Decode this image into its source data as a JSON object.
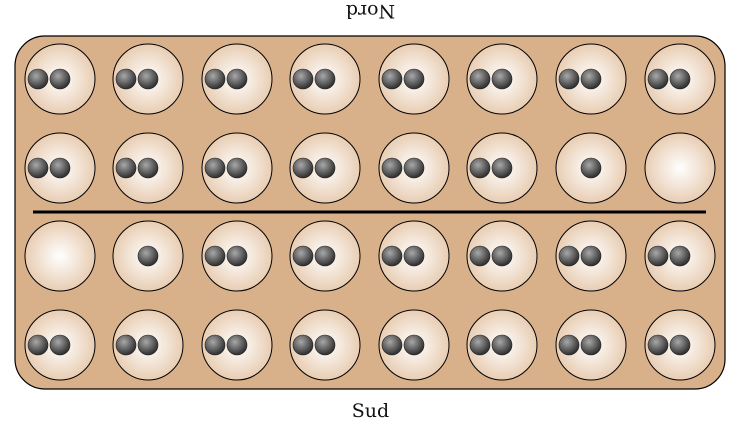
{
  "labels": {
    "north": "Nord",
    "south": "Sud"
  },
  "colors": {
    "board": "#D8B18B",
    "pit_center": "#FFFFFF",
    "pit_edge": "#E8CDB3",
    "seed_light": "#9A9A9A",
    "seed_dark": "#3A3A3A"
  },
  "board": {
    "rows": [
      [
        2,
        2,
        2,
        2,
        2,
        2,
        2,
        2
      ],
      [
        2,
        2,
        2,
        2,
        2,
        2,
        1,
        0
      ],
      [
        0,
        1,
        2,
        2,
        2,
        2,
        2,
        2
      ],
      [
        2,
        2,
        2,
        2,
        2,
        2,
        2,
        2
      ]
    ]
  }
}
